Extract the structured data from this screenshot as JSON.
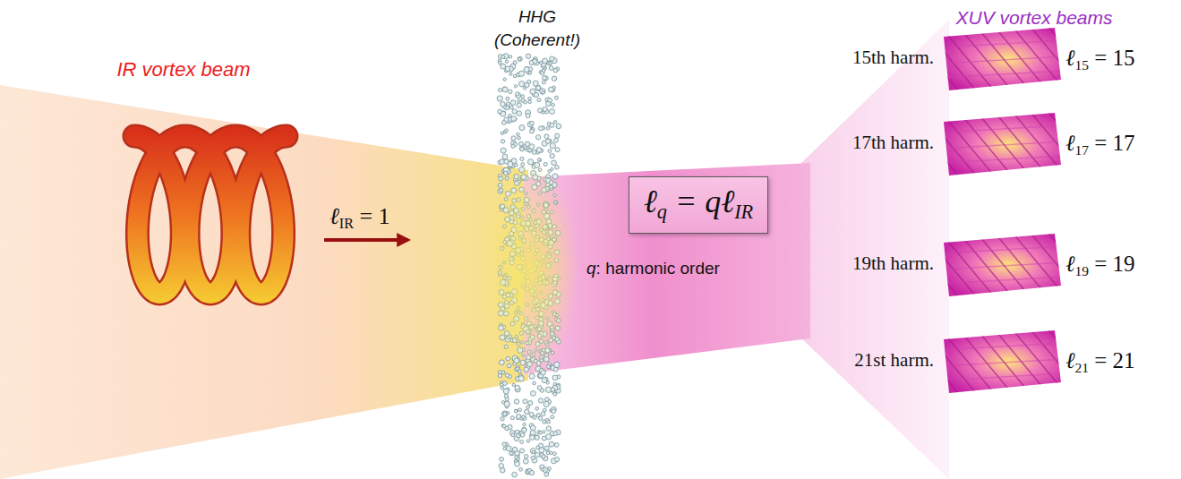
{
  "diagram": {
    "nodes": [
      {
        "text": [
          "ℓq = qℓIR"
        ]
      }
    ],
    "labels": [
      "HHG (Coherent!)",
      "IR vortex beam",
      "XUV vortex beams",
      "ℓIR = 1",
      "q: harmonic order",
      "15th harm.",
      "ℓ15 = 15",
      "17th harm.",
      "ℓ17 = 17",
      "19th harm.",
      "ℓ19 = 19",
      "21st harm.",
      "ℓ21 = 21"
    ]
  }
}
